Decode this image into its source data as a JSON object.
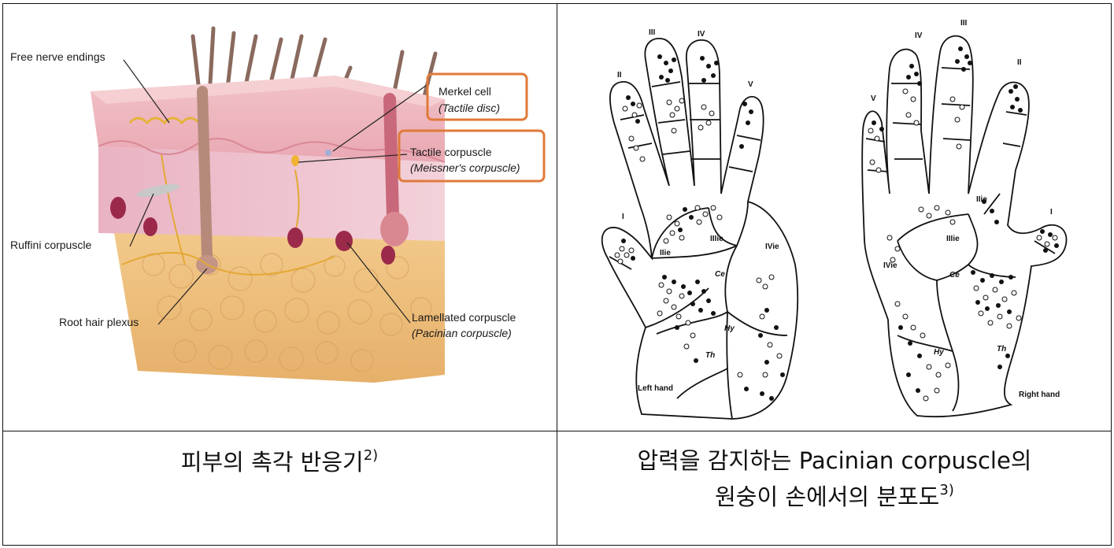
{
  "left_figure": {
    "labels": {
      "free_nerve_endings": "Free nerve endings",
      "merkel_cell": "Merkel cell",
      "merkel_cell_alt": "(Tactile disc)",
      "tactile_corpuscle": "Tactile corpuscle",
      "tactile_corpuscle_alt": "(Meissner's corpuscle)",
      "ruffini_corpuscle": "Ruffini corpuscle",
      "root_hair_plexus": "Root hair plexus",
      "lamellated_corpuscle": "Lamellated corpuscle",
      "lamellated_corpuscle_alt": "(Pacinian corpuscle)"
    },
    "caption": "피부의 촉각 반응기",
    "caption_ref": "2)",
    "highlight_color": "#e07a3a"
  },
  "right_figure": {
    "left_hand": {
      "title": "Left hand",
      "fingers": [
        "I",
        "II",
        "III",
        "IV",
        "V"
      ],
      "regions": [
        "IIie",
        "IIIie",
        "IVie",
        "Ce",
        "Hy",
        "Th"
      ]
    },
    "right_hand": {
      "title": "Right hand",
      "fingers": [
        "V",
        "IV",
        "III",
        "II",
        "I"
      ],
      "regions": [
        "IIie",
        "IIIie",
        "IVie",
        "Ce",
        "Hy",
        "Th"
      ]
    },
    "caption_line1": "압력을 감지하는 Pacinian corpuscle의",
    "caption_line2": "원숭이 손에서의 분포도",
    "caption_ref": "3)"
  }
}
